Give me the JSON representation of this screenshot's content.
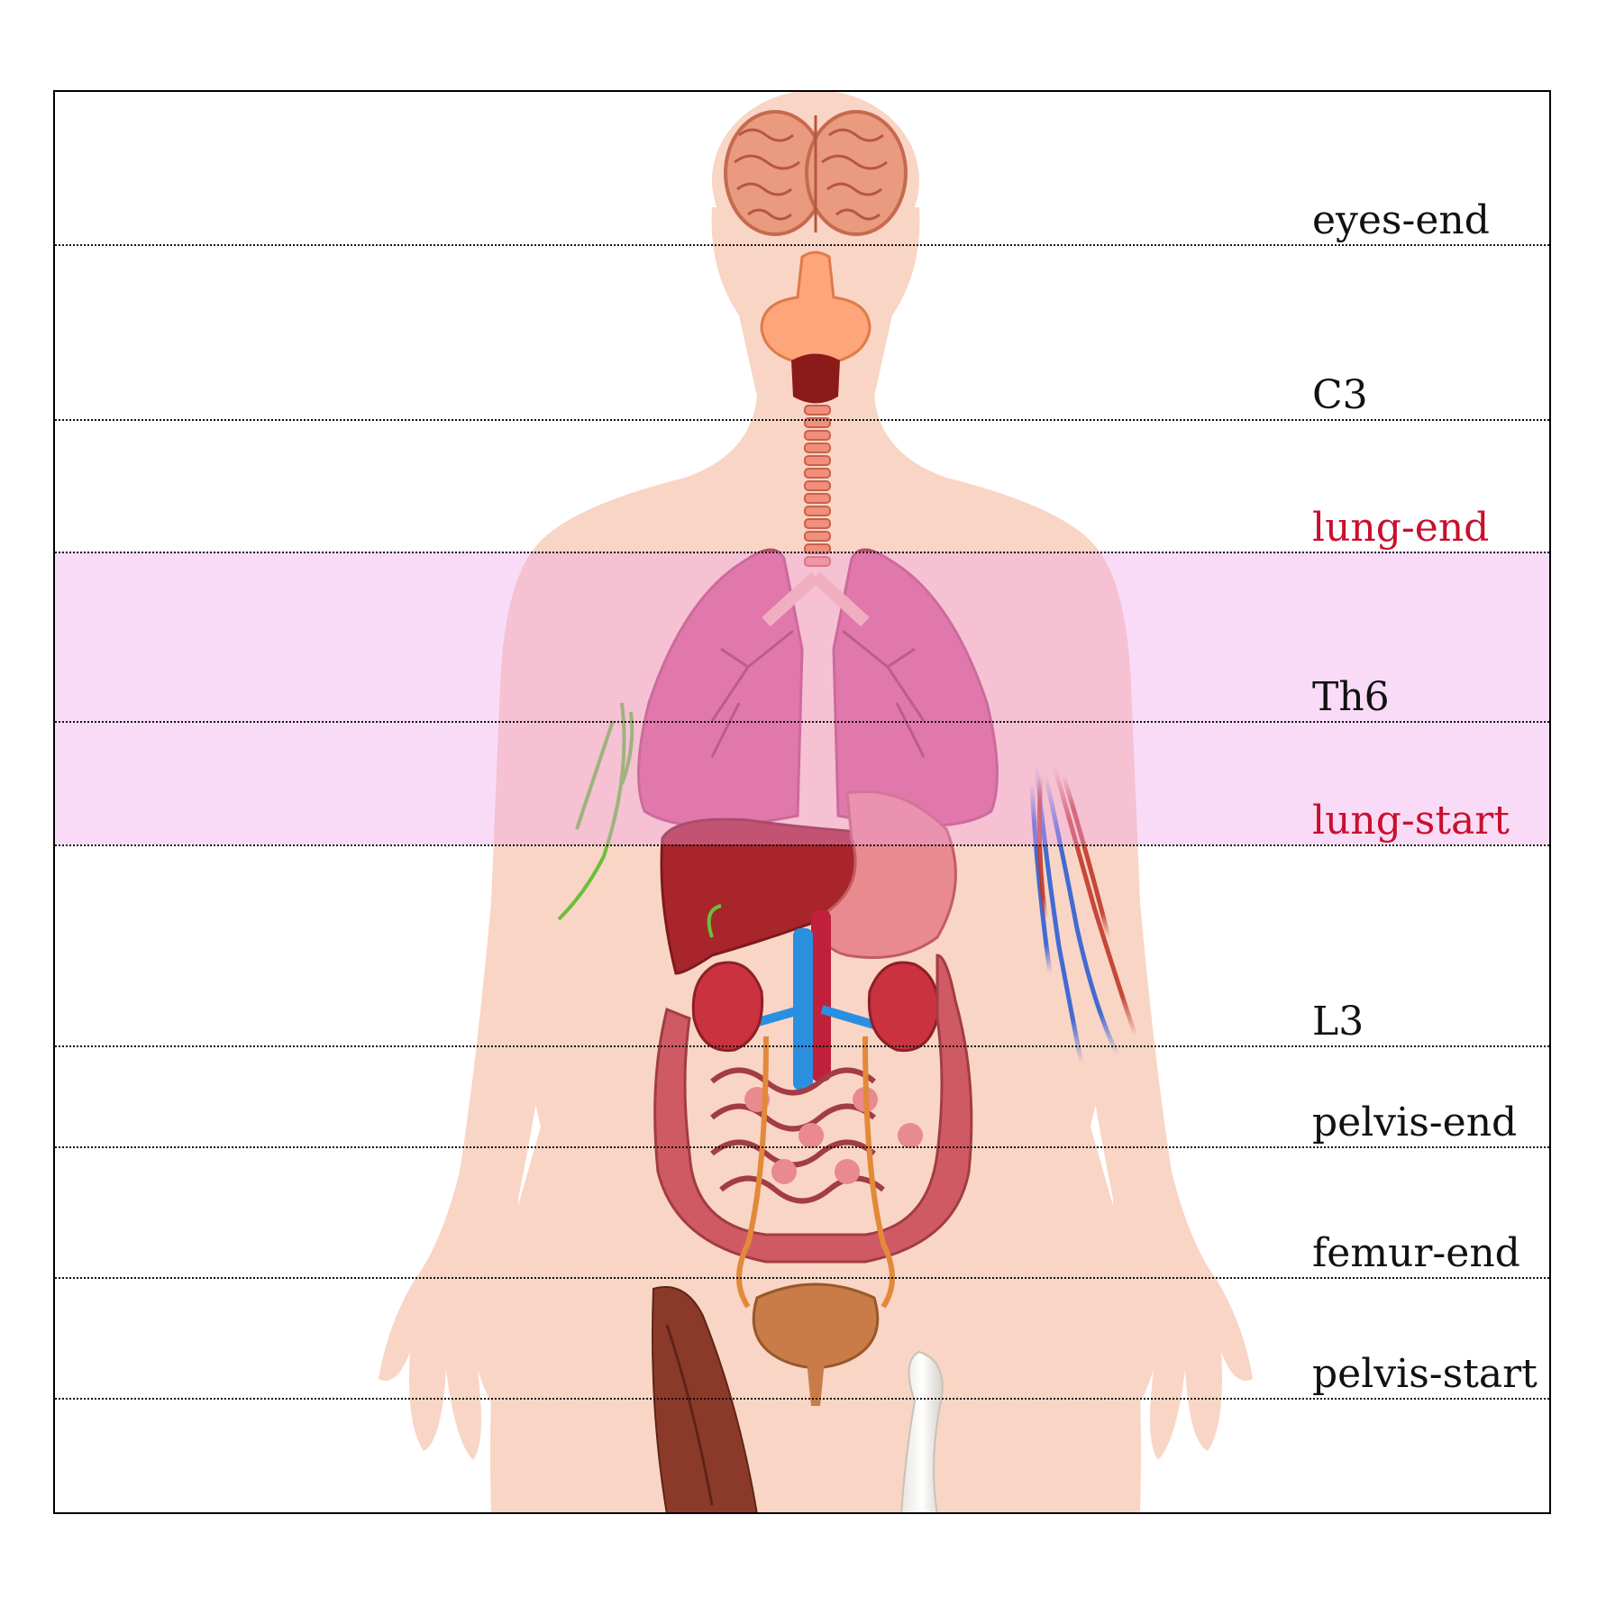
{
  "diagram": {
    "colors": {
      "highlight_band": "#f4b8ef",
      "highlight_label": "#c8102e",
      "label": "#111111",
      "skin": "#f9d5c5"
    },
    "highlight": {
      "from": "lung-end",
      "to": "lung-start"
    },
    "levels": [
      {
        "id": "eyes-end",
        "label": "eyes-end",
        "highlight": false
      },
      {
        "id": "c3",
        "label": "C3",
        "highlight": false
      },
      {
        "id": "lung-end",
        "label": "lung-end",
        "highlight": true
      },
      {
        "id": "th6",
        "label": "Th6",
        "highlight": false
      },
      {
        "id": "lung-start",
        "label": "lung-start",
        "highlight": true
      },
      {
        "id": "l3",
        "label": "L3",
        "highlight": false
      },
      {
        "id": "pelvis-end",
        "label": "pelvis-end",
        "highlight": false
      },
      {
        "id": "femur-end",
        "label": "femur-end",
        "highlight": false
      },
      {
        "id": "pelvis-start",
        "label": "pelvis-start",
        "highlight": false
      }
    ]
  }
}
